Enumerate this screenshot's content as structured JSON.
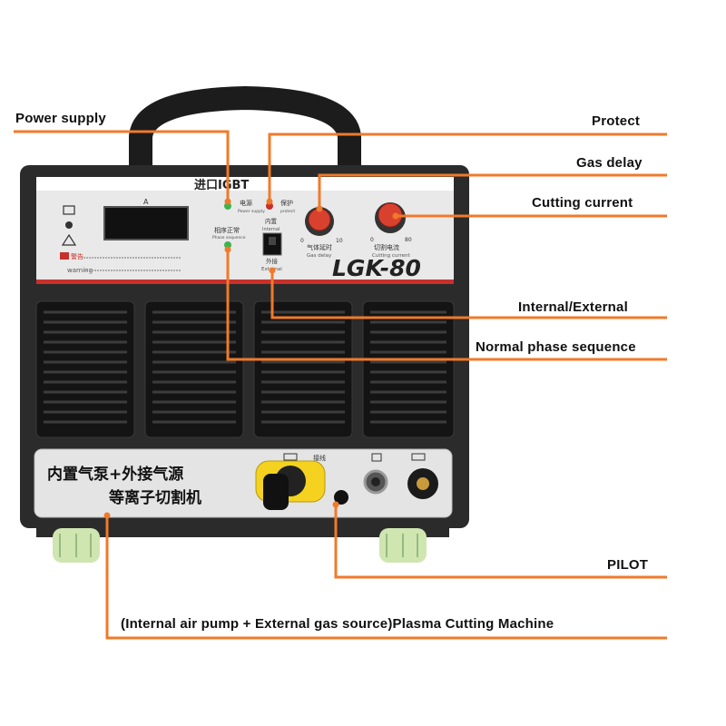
{
  "labels": {
    "power_supply": "Power supply",
    "protect": "Protect",
    "gas_delay": "Gas delay",
    "cutting_current": "Cutting current",
    "internal_external": "Internal/External",
    "normal_phase": "Normal phase sequence",
    "pilot": "PILOT",
    "machine_name": "(Internal air pump + External gas source)Plasma Cutting Machine"
  },
  "panel": {
    "brand": "进口IGBT",
    "model": "LGK-80",
    "meter_unit": "A",
    "power_cn": "电源",
    "power_en": "Power supply",
    "protect_cn": "保护",
    "protect_en": "protect",
    "phase_cn": "相序正常",
    "phase_en": "Phase sequence",
    "internal_cn": "内置",
    "internal_en": "Internal",
    "external_cn": "外接",
    "external_en": "External",
    "gas_cn": "气体延时",
    "gas_en": "Gas delay",
    "gas_min": "0",
    "gas_max": "10",
    "cur_cn": "切割电流",
    "cur_en": "Cutting current",
    "cur_min": "0",
    "cur_max": "80",
    "warning_cn": "警告",
    "warning_en": "warning",
    "lower_line1": "内置气泵+外接气源",
    "lower_line2": "等离子切割机",
    "socket_label": "接线"
  },
  "colors": {
    "leader": "#f07a2a",
    "cabinet": "#2b2b2b",
    "vent": "#1a1a1a",
    "panel_bg": "#e9e9e9",
    "accent_red": "#c8302a",
    "wheel": "#cfe6b0"
  }
}
